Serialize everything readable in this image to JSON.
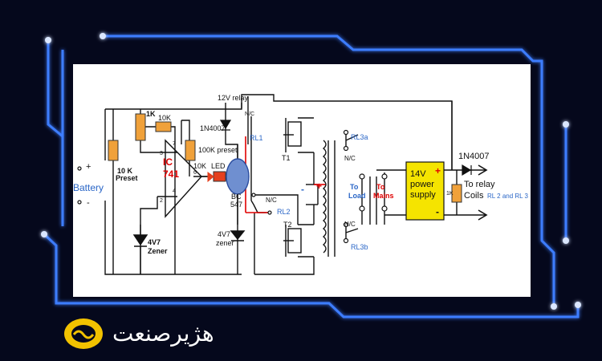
{
  "brand": {
    "name": "هژیرصنعت",
    "accent": "#f2c200"
  },
  "colors": {
    "frame_glow": "#2a6bff",
    "background": "#05081c",
    "psu_fill": "#f5e400"
  },
  "labels": {
    "relay_12v": "12V relay",
    "diode_top": "1N4007",
    "nc_top": "N/C",
    "rl1": "RL1",
    "r_1k": "1K",
    "r_10k": "10K",
    "pin7": "7",
    "pin3": "3",
    "pin2": "2",
    "pin4": "4",
    "pin6": "6",
    "ic_name": "IC",
    "ic_num": "741",
    "preset_100k": "100K preset",
    "preset_10k": "10 K",
    "preset_word": "Preset",
    "battery": "Battery",
    "bat_plus": "+",
    "bat_minus": "-",
    "zener_4v7": "4V7",
    "zener_word": "Zener",
    "r_10k_led": "10K",
    "led": "LED",
    "bc": "BC",
    "bc_num": "547",
    "zener2_4v7": "4V7",
    "zener2_word": "zener",
    "nc_mid": "N/C",
    "rl2": "RL2",
    "t1": "T1",
    "t2": "T2",
    "minus_tr": "-",
    "plus_tr": "+",
    "rl3a": "RL3a",
    "nc_r1": "N/C",
    "nc_r2": "N/C",
    "rl3b": "RL3b",
    "to_load_1": "To",
    "to_load_2": "Load",
    "to_mains_1": "To",
    "to_mains_2": "Mains",
    "psu_1": "14V",
    "psu_2": "power",
    "psu_3": "supply",
    "psu_plus": "+",
    "psu_minus": "-",
    "r_1k_out": "1K",
    "diode_out": "1N4007",
    "to_relay": "To relay",
    "coils": "Coils",
    "rl23": "RL 2 and RL 3"
  }
}
